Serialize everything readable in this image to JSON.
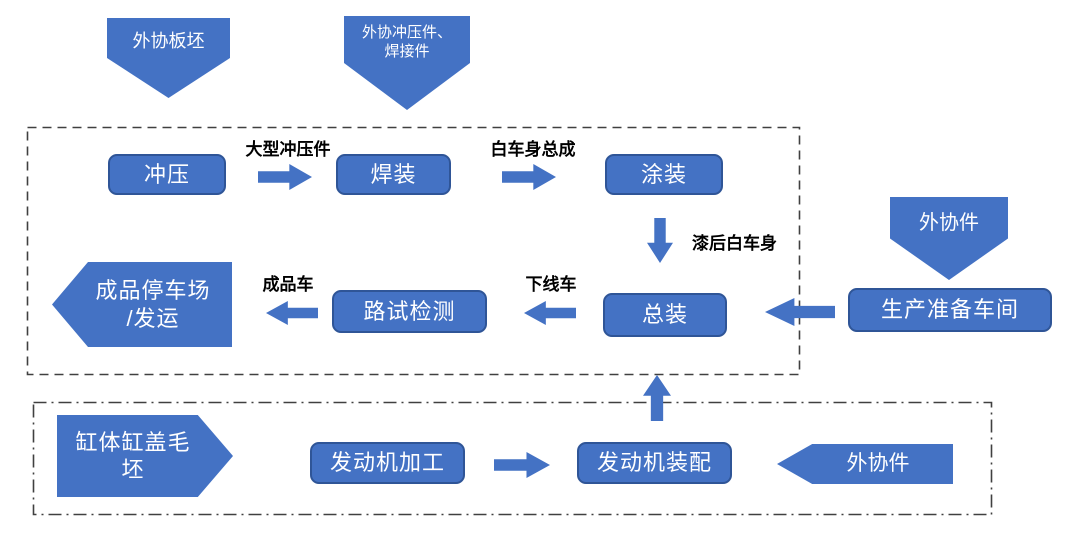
{
  "colors": {
    "node_fill": "#4472C4",
    "node_border": "#2F5597",
    "node_text": "#FFFFFF",
    "flow_label_text": "#000000",
    "boundary_stroke": "#404040"
  },
  "top_inputs": {
    "slab": {
      "label": "外协板坯"
    },
    "stamping_weld": {
      "line1": "外协冲压件、",
      "line2": "焊接件"
    }
  },
  "vehicle_plant": {
    "stamping": "冲压",
    "welding": "焊装",
    "painting": "涂装",
    "final_assembly": "总装",
    "road_test": "路试检测",
    "finished_lot": {
      "line1": "成品停车场",
      "line2": "/发运"
    },
    "labels": {
      "large_stampings": "大型冲压件",
      "biw_assembly": "白车身总成",
      "painted_body": "漆后白车身",
      "offline_vehicle": "下线车",
      "finished_vehicle": "成品车"
    }
  },
  "right_inputs": {
    "outsourced_parts": "外协件",
    "production_prep": "生产准备车间"
  },
  "engine_plant": {
    "blank": {
      "line1": "缸体缸盖毛",
      "line2": "坯"
    },
    "machining": "发动机加工",
    "assembly": "发动机装配",
    "outsourced_parts": "外协件"
  }
}
